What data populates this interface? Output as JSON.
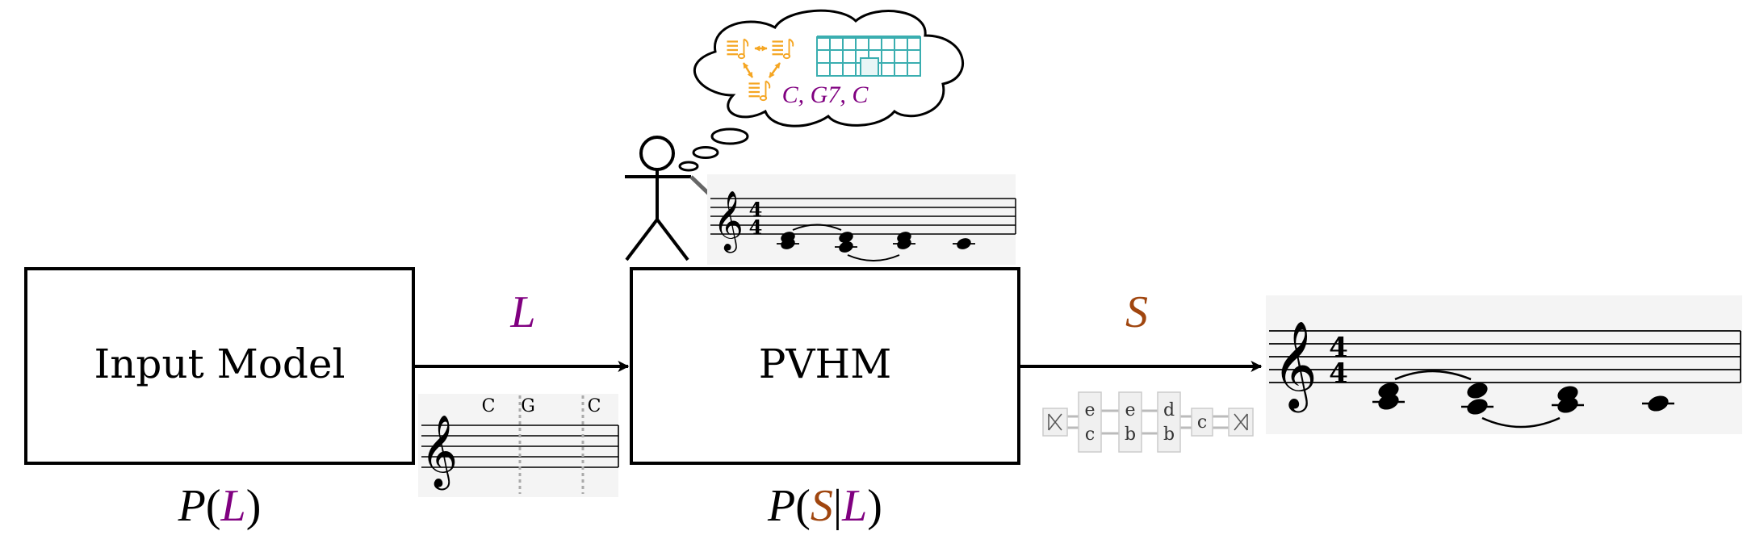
{
  "boxes": {
    "input_model": {
      "label": "Input Model",
      "formula": "P(L)"
    },
    "pvhm": {
      "label": "PVHM",
      "formula": "P(S|L)"
    }
  },
  "arrows": {
    "latent_label": "L",
    "surface_label": "S"
  },
  "colors": {
    "latent": "#800080",
    "surface": "#a0460f",
    "building": "#3aaeb0",
    "motif": "#f5a623",
    "sheet_bg": "#f4f4f4"
  },
  "thought": {
    "chords": "C, G7, C"
  },
  "leadsheet": {
    "chords": [
      "C",
      "G",
      "C"
    ]
  },
  "graph_cells": [
    {
      "top": "e",
      "bottom": "c"
    },
    {
      "top": "e",
      "bottom": "b"
    },
    {
      "top": "d",
      "bottom": "b"
    },
    {
      "top": "c",
      "bottom": ""
    }
  ],
  "icons": [
    "stick-figure-icon",
    "thought-bubble-icon",
    "building-icon",
    "music-motif-icon",
    "treble-clef-icon"
  ]
}
